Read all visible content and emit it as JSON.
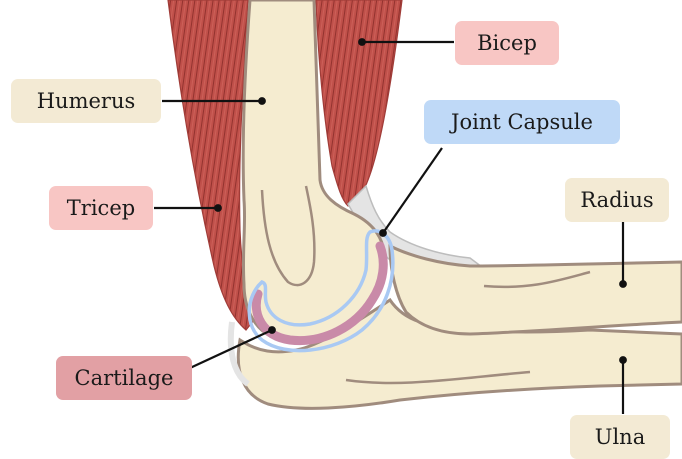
{
  "labels": {
    "bicep": "Bicep",
    "humerus": "Humerus",
    "joint_capsule": "Joint Capsule",
    "tricep": "Tricep",
    "radius": "Radius",
    "cartilage": "Cartilage",
    "ulna": "Ulna"
  },
  "colors": {
    "bone": "#f5ecd0",
    "bone_outline": "#a08c7e",
    "muscle": "#c0504a",
    "muscle_stripe": "#8e2f2c",
    "tendon": "#e4e4e4",
    "capsule": "#a9c9f3",
    "cartilage": "#c98aa8",
    "label_pink": "#f8c6c4",
    "label_beige": "#f3ead4",
    "label_blue": "#bfd9f7",
    "label_rose": "#e2a0a4"
  }
}
